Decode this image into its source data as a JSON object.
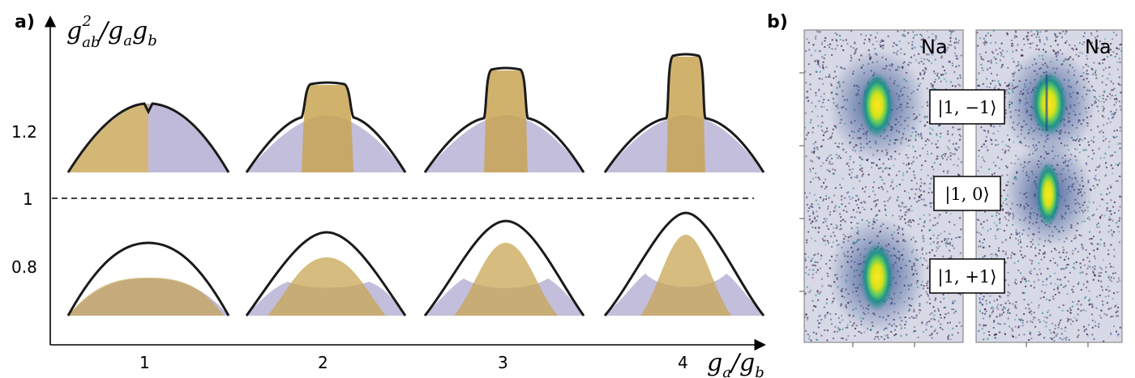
{
  "panel_a": {
    "tag": "a)",
    "y_label": {
      "main": "g",
      "sup": "2",
      "sub": "ab",
      "rest": "/g",
      "sub2": "a",
      "rest2": "g",
      "sub3": "b"
    },
    "x_label": {
      "main": "g",
      "sub": "a",
      "rest": "/g",
      "sub2": "b"
    },
    "y_ticks": [
      "1.2",
      "1",
      "0.8"
    ],
    "x_ticks": [
      "1",
      "2",
      "3",
      "4"
    ],
    "colors": {
      "gold": "#c8a554",
      "lavender": "#aaa3cc",
      "outline": "#1a1a1a"
    }
  },
  "panel_b": {
    "tag": "b)",
    "images": [
      {
        "label": "Na"
      },
      {
        "label": "Na"
      }
    ],
    "states": [
      "|1, −1⟩",
      "|1, 0⟩",
      "|1, +1⟩"
    ],
    "colormap": [
      "#30123b",
      "#2c4a8b",
      "#21918c",
      "#5ec962",
      "#fde725"
    ]
  }
}
